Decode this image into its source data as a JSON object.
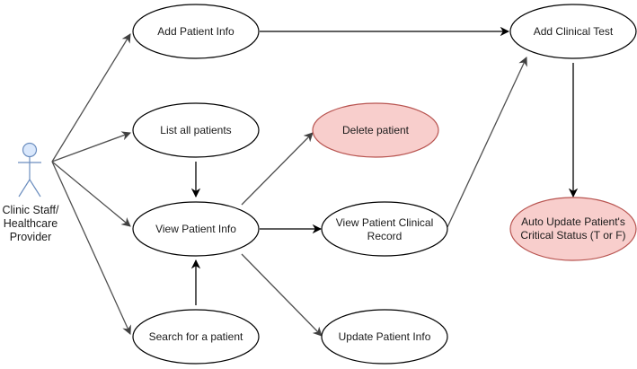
{
  "actor": {
    "lines": [
      "Clinic Staff/",
      "Healthcare",
      "Provider"
    ]
  },
  "use_cases": {
    "add_patient_info": "Add Patient Info",
    "list_all_patients": "List all patients",
    "view_patient_info": "View Patient Info",
    "search_for_patient": "Search for a patient",
    "delete_patient": "Delete patient",
    "view_clinical_record": [
      "View Patient Clinical",
      "Record"
    ],
    "update_patient_info": "Update Patient Info",
    "add_clinical_test": "Add Clinical Test",
    "auto_update_status": [
      "Auto Update Patient's",
      "Critical Status (T or F)"
    ]
  },
  "colors": {
    "critical_fill": "#f8cecc",
    "critical_stroke": "#b85450",
    "actor_stroke": "#6c8ebf",
    "actor_fill": "#dae8fc"
  }
}
